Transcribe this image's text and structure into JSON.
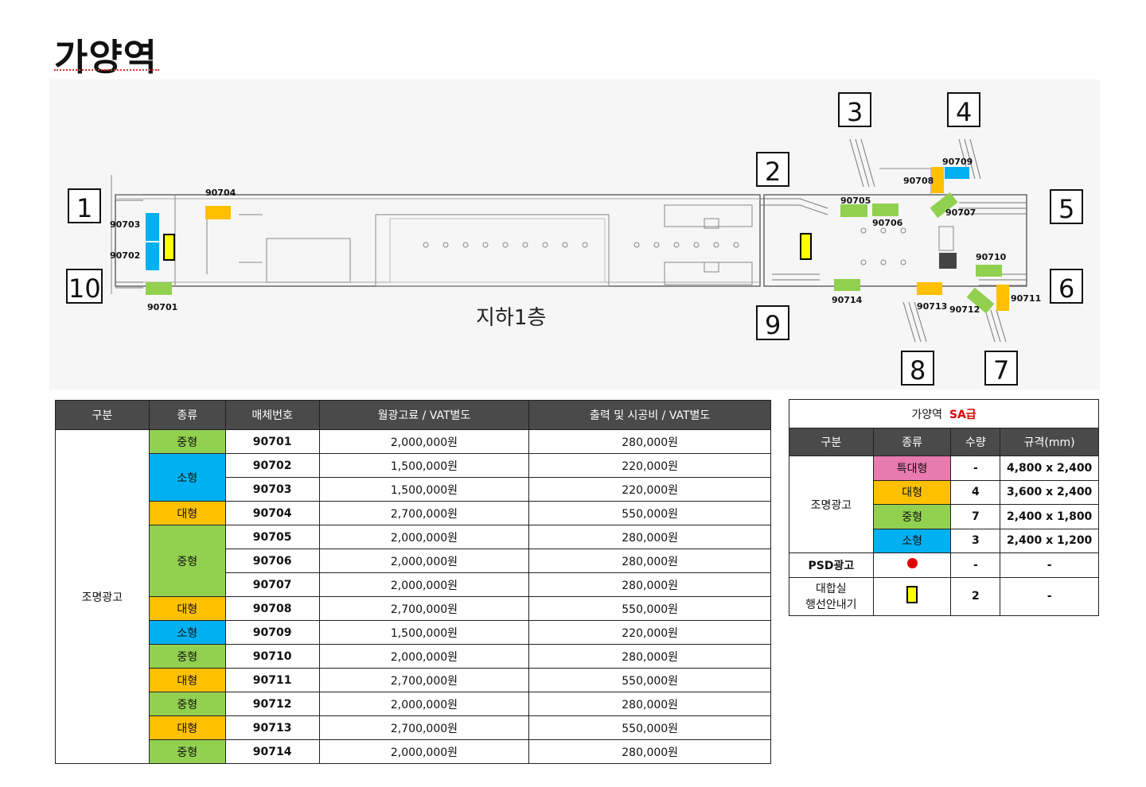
{
  "title": "가양역",
  "floor_label": "지하1층",
  "colors": {
    "mid": "#92d050",
    "small": "#00b0f0",
    "large": "#ffc000",
    "xl": "#e87ab0",
    "psd": "#e00000",
    "guide": "#ffff00"
  },
  "exits": [
    "1",
    "2",
    "3",
    "4",
    "5",
    "6",
    "7",
    "8",
    "9",
    "10"
  ],
  "positions": [
    "90701",
    "90702",
    "90703",
    "90704",
    "90705",
    "90706",
    "90707",
    "90708",
    "90709",
    "90710",
    "90711",
    "90712",
    "90713",
    "90714"
  ],
  "ad_table": {
    "headers": [
      "구분",
      "종류",
      "매체번호",
      "월광고료 / VAT별도",
      "출력 및 시공비 / VAT별도"
    ],
    "category": "조명광고",
    "rows": [
      {
        "type": "중형",
        "id": "90701",
        "fee": "2,000,000원",
        "cost": "280,000원"
      },
      {
        "type": "소형",
        "id": "90702",
        "fee": "1,500,000원",
        "cost": "220,000원"
      },
      {
        "type": "",
        "id": "90703",
        "fee": "1,500,000원",
        "cost": "220,000원"
      },
      {
        "type": "대형",
        "id": "90704",
        "fee": "2,700,000원",
        "cost": "550,000원"
      },
      {
        "type": "중형",
        "id": "90705",
        "fee": "2,000,000원",
        "cost": "280,000원"
      },
      {
        "type": "",
        "id": "90706",
        "fee": "2,000,000원",
        "cost": "280,000원"
      },
      {
        "type": "",
        "id": "90707",
        "fee": "2,000,000원",
        "cost": "280,000원"
      },
      {
        "type": "대형",
        "id": "90708",
        "fee": "2,700,000원",
        "cost": "550,000원"
      },
      {
        "type": "소형",
        "id": "90709",
        "fee": "1,500,000원",
        "cost": "220,000원"
      },
      {
        "type": "중형",
        "id": "90710",
        "fee": "2,000,000원",
        "cost": "280,000원"
      },
      {
        "type": "대형",
        "id": "90711",
        "fee": "2,700,000원",
        "cost": "550,000원"
      },
      {
        "type": "중형",
        "id": "90712",
        "fee": "2,000,000원",
        "cost": "280,000원"
      },
      {
        "type": "대형",
        "id": "90713",
        "fee": "2,700,000원",
        "cost": "550,000원"
      },
      {
        "type": "중형",
        "id": "90714",
        "fee": "2,000,000원",
        "cost": "280,000원"
      }
    ]
  },
  "summary": {
    "station": "가양역",
    "grade": "SA급",
    "headers": [
      "구분",
      "종류",
      "수량",
      "규격(mm)"
    ],
    "lit_category": "조명광고",
    "lit_rows": [
      {
        "type": "특대형",
        "qty": "-",
        "size": "4,800 x 2,400"
      },
      {
        "type": "대형",
        "qty": "4",
        "size": "3,600 x 2,400"
      },
      {
        "type": "중형",
        "qty": "7",
        "size": "2,400 x 1,800"
      },
      {
        "type": "소형",
        "qty": "3",
        "size": "2,400 x 1,200"
      }
    ],
    "psd": {
      "label": "PSD광고",
      "qty": "-",
      "size": "-"
    },
    "guide": {
      "label_line1": "대합실",
      "label_line2": "행선안내기",
      "qty": "2",
      "size": "-"
    }
  }
}
